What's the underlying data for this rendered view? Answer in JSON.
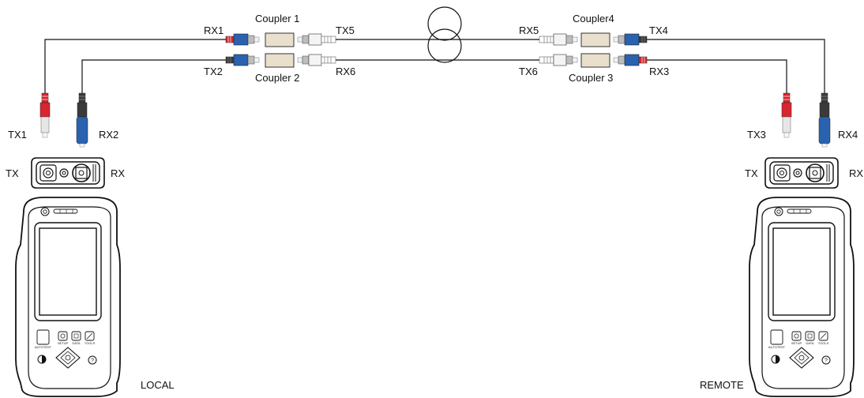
{
  "colors": {
    "red": "#d9262e",
    "blue": "#2a62b0",
    "black_boot": "#3a3a3a",
    "coupler_fill": "#e8e0cc",
    "fiber": "#111111"
  },
  "labels": {
    "rx1": "RX1",
    "tx5": "TX5",
    "tx2": "TX2",
    "rx6": "RX6",
    "rx5": "RX5",
    "tx4": "TX4",
    "tx6": "TX6",
    "rx3": "RX3",
    "coupler1": "Coupler 1",
    "coupler2": "Coupler 2",
    "coupler3": "Coupler 3",
    "coupler4": "Coupler4",
    "tx1": "TX1",
    "rx2": "RX2",
    "tx3": "TX3",
    "rx4": "RX4",
    "local_tx": "TX",
    "local_rx": "RX",
    "remote_tx": "TX",
    "remote_rx": "RX",
    "local": "LOCAL",
    "remote": "REMOTE"
  },
  "device_keys": [
    "AUTOTEST",
    "SETUP",
    "DATA",
    "TOOLS"
  ]
}
